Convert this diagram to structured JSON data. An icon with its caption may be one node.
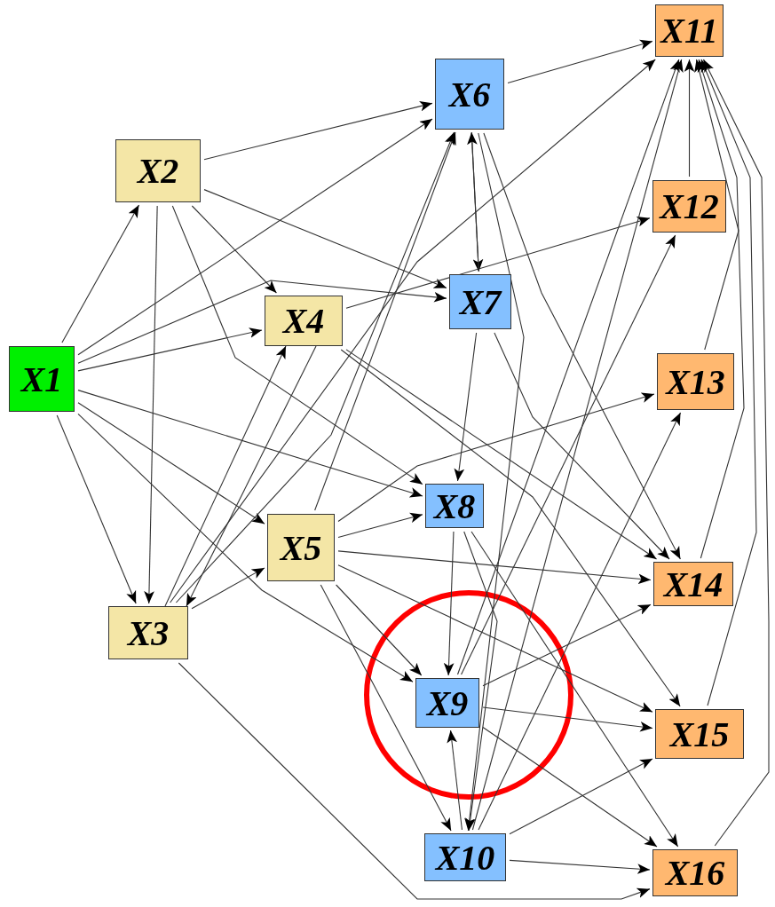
{
  "diagram": {
    "nodes": [
      {
        "text": [
          "X1"
        ]
      },
      {
        "text": [
          "X2"
        ]
      },
      {
        "text": [
          "X3"
        ]
      },
      {
        "text": [
          "X4"
        ]
      },
      {
        "text": [
          "X5"
        ]
      },
      {
        "text": [
          "X6"
        ]
      },
      {
        "text": [
          "X7"
        ]
      },
      {
        "text": [
          "X8"
        ]
      },
      {
        "text": [
          "X9"
        ]
      },
      {
        "text": [
          "X10"
        ]
      },
      {
        "text": [
          "X11"
        ]
      },
      {
        "text": [
          "X12"
        ]
      },
      {
        "text": [
          "X13"
        ]
      },
      {
        "text": [
          "X14"
        ]
      },
      {
        "text": [
          "X15"
        ]
      },
      {
        "text": [
          "X16"
        ]
      }
    ],
    "edges": [
      {
        "from": 0,
        "to": 1,
        "arrow": "to"
      },
      {
        "from": 0,
        "to": 5,
        "arrow": "to"
      },
      {
        "from": 0,
        "to": 6,
        "arrow": "to"
      },
      {
        "from": 0,
        "to": 3,
        "arrow": "to"
      },
      {
        "from": 0,
        "to": 7,
        "arrow": "to"
      },
      {
        "from": 0,
        "to": 4,
        "arrow": "to"
      },
      {
        "from": 0,
        "to": 8,
        "arrow": "to"
      },
      {
        "from": 0,
        "to": 2,
        "arrow": "to"
      },
      {
        "from": 1,
        "to": 5,
        "arrow": "to"
      },
      {
        "from": 1,
        "to": 6,
        "arrow": "to"
      },
      {
        "from": 1,
        "to": 3,
        "arrow": "to"
      },
      {
        "from": 1,
        "to": 2,
        "arrow": "to"
      },
      {
        "from": 1,
        "to": 7,
        "arrow": "to"
      },
      {
        "from": 2,
        "to": 4,
        "arrow": "to"
      },
      {
        "from": 2,
        "to": 3,
        "arrow": "to"
      },
      {
        "from": 3,
        "to": 2,
        "arrow": "to"
      },
      {
        "from": 2,
        "to": 5,
        "arrow": "to"
      },
      {
        "from": 2,
        "to": 10,
        "arrow": "to"
      },
      {
        "from": 2,
        "to": 15,
        "arrow": "to"
      },
      {
        "from": 3,
        "to": 11,
        "arrow": "to"
      },
      {
        "from": 3,
        "to": 13,
        "arrow": "to"
      },
      {
        "from": 3,
        "to": 14,
        "arrow": "to"
      },
      {
        "from": 4,
        "to": 5,
        "arrow": "to"
      },
      {
        "from": 4,
        "to": 7,
        "arrow": "to"
      },
      {
        "from": 4,
        "to": 12,
        "arrow": "to"
      },
      {
        "from": 4,
        "to": 8,
        "arrow": "to"
      },
      {
        "from": 4,
        "to": 13,
        "arrow": "to"
      },
      {
        "from": 4,
        "to": 14,
        "arrow": "to"
      },
      {
        "from": 4,
        "to": 9,
        "arrow": "to"
      },
      {
        "from": 5,
        "to": 10,
        "arrow": "to"
      },
      {
        "from": 5,
        "to": 6,
        "arrow": "to"
      },
      {
        "from": 5,
        "to": 13,
        "arrow": "to"
      },
      {
        "from": 5,
        "to": 9,
        "arrow": "to"
      },
      {
        "from": 6,
        "to": 5,
        "arrow": "to"
      },
      {
        "from": 6,
        "to": 7,
        "arrow": "to"
      },
      {
        "from": 6,
        "to": 13,
        "arrow": "to"
      },
      {
        "from": 7,
        "to": 8,
        "arrow": "to"
      },
      {
        "from": 7,
        "to": 15,
        "arrow": "to"
      },
      {
        "from": 7,
        "to": 9,
        "arrow": "to"
      },
      {
        "from": 8,
        "to": 10,
        "arrow": "to"
      },
      {
        "from": 8,
        "to": 11,
        "arrow": "to"
      },
      {
        "from": 8,
        "to": 13,
        "arrow": "to"
      },
      {
        "from": 8,
        "to": 14,
        "arrow": "to"
      },
      {
        "from": 8,
        "to": 15,
        "arrow": "to"
      },
      {
        "from": 9,
        "to": 8,
        "arrow": "to"
      },
      {
        "from": 9,
        "to": 10,
        "arrow": "to"
      },
      {
        "from": 9,
        "to": 12,
        "arrow": "to"
      },
      {
        "from": 9,
        "to": 14,
        "arrow": "to"
      },
      {
        "from": 9,
        "to": 15,
        "arrow": "to"
      },
      {
        "from": 11,
        "to": 10,
        "arrow": "to"
      },
      {
        "from": 12,
        "to": 10,
        "arrow": "to"
      },
      {
        "from": 13,
        "to": 10,
        "arrow": "to"
      },
      {
        "from": 14,
        "to": 10,
        "arrow": "to"
      },
      {
        "from": 15,
        "to": 10,
        "arrow": "to"
      }
    ]
  }
}
